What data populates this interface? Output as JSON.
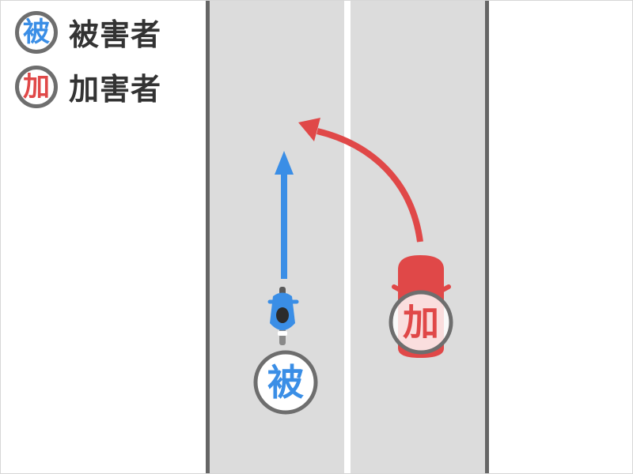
{
  "legend": [
    {
      "glyph": "被",
      "label": "被害者",
      "color": "#3a8ee6"
    },
    {
      "glyph": "加",
      "label": "加害者",
      "color": "#e04848"
    }
  ],
  "victim": {
    "glyph": "被",
    "color": "#3a8ee6",
    "vehicle": "motorcycle-icon"
  },
  "offender": {
    "glyph": "加",
    "color": "#e04848",
    "vehicle": "car-icon"
  },
  "road": {
    "surface_color": "#dcdcdc",
    "edge_line_color": "#666666",
    "center_line_color": "#ffffff"
  },
  "arrows": {
    "victim_color": "#3a8ee6",
    "offender_color": "#e04848"
  }
}
